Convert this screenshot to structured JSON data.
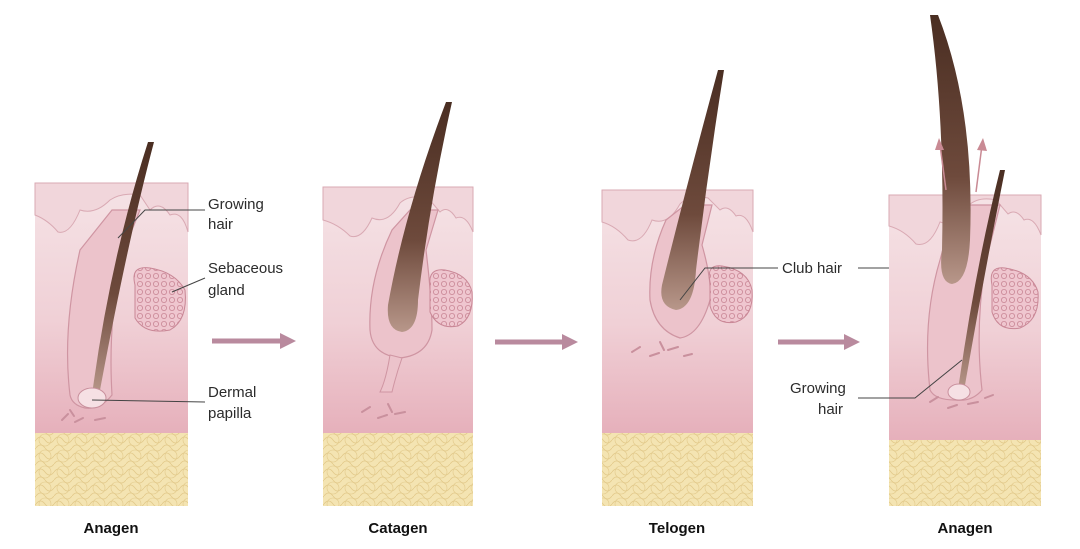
{
  "stages": [
    "Anagen",
    "Catagen",
    "Telogen",
    "Anagen"
  ],
  "labels": {
    "growing_hair_1": [
      "Growing",
      "hair"
    ],
    "sebaceous_gland": [
      "Sebaceous",
      "gland"
    ],
    "dermal_papilla": [
      "Dermal",
      "papilla"
    ],
    "club_hair": "Club hair",
    "growing_hair_2": [
      "Growing",
      "hair"
    ]
  },
  "colors": {
    "skin_light": "#f3dfe2",
    "skin_mid": "#ecc3cb",
    "fat": "#f3e2ad",
    "hair_dark": "#4e3024",
    "hair_light": "#a58476",
    "arrow": "#b98a9e",
    "follicle": "#e6b3bd"
  }
}
